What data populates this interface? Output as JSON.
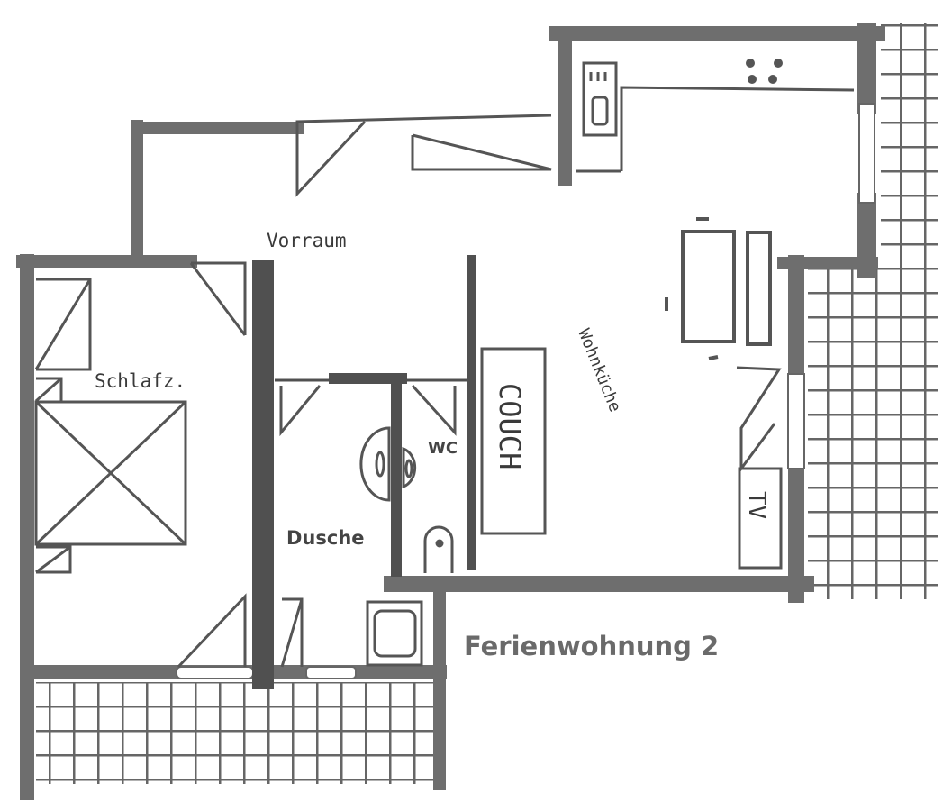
{
  "title": "Ferienwohnung 2",
  "rooms": {
    "vorraum": "Vorraum",
    "schlafzimmer": "Schlafz.",
    "dusche": "Dusche",
    "wc": "WC",
    "wohnkueche": "Wohnküche"
  },
  "furniture": {
    "couch": "COUCH",
    "tv": "TV"
  },
  "colors": {
    "wall": "#6e6e6e",
    "inner_wall": "#505050",
    "line": "#555555",
    "title": "#6a6a6a"
  }
}
